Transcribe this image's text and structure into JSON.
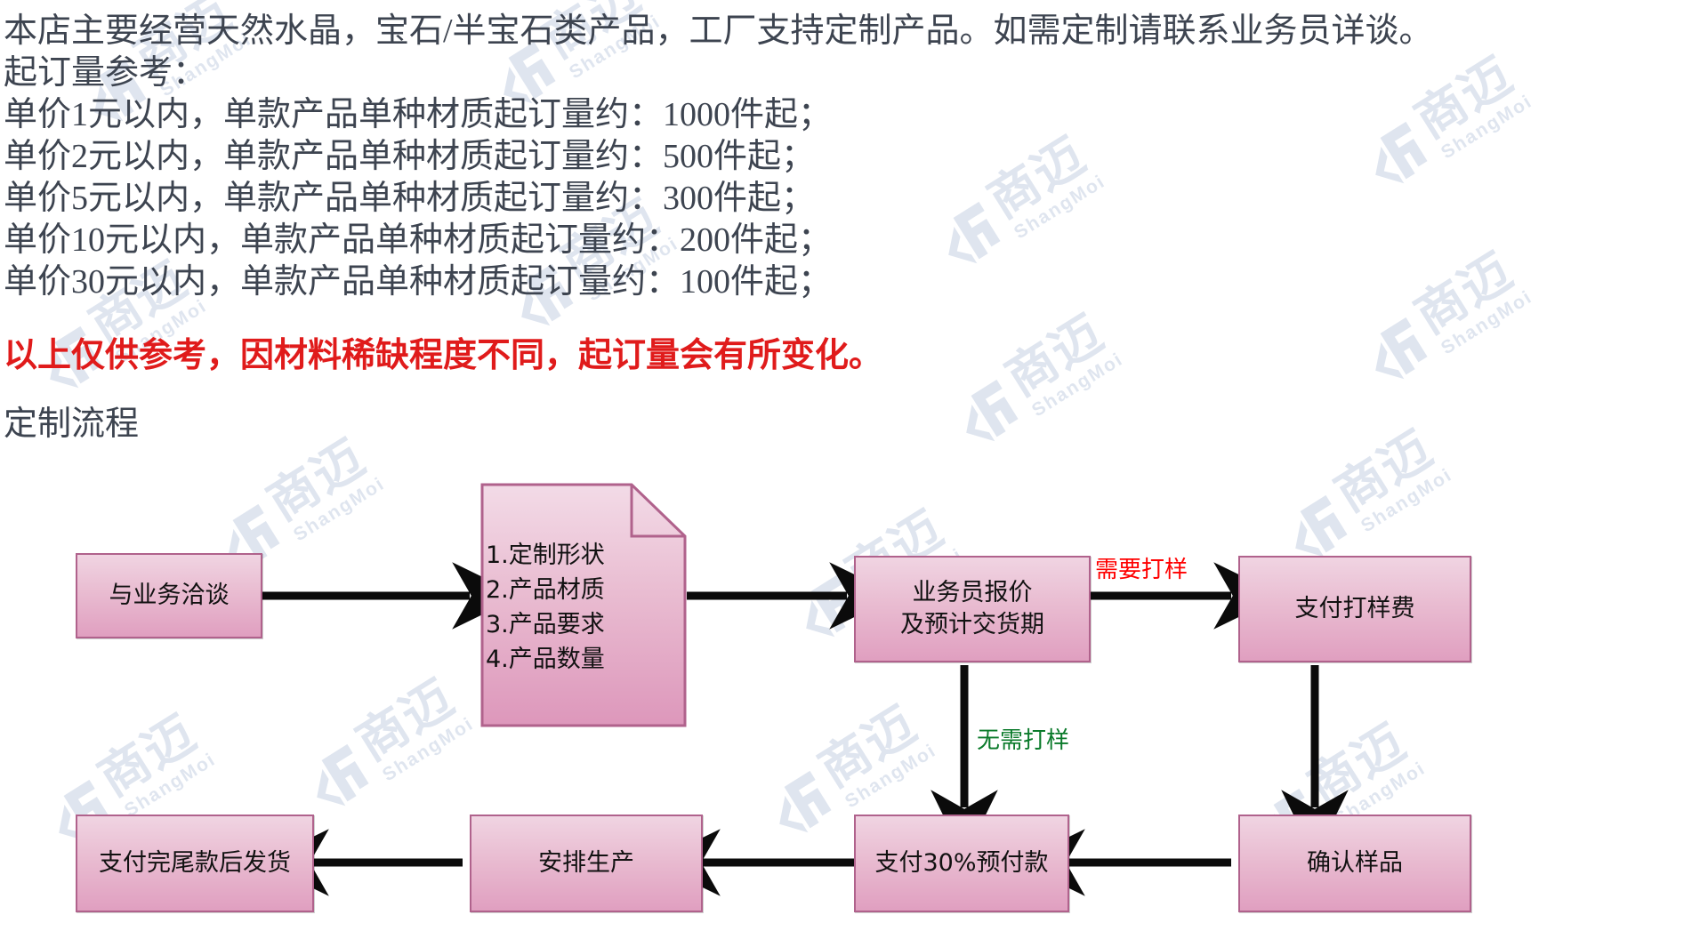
{
  "intro": {
    "lines": [
      "本店主要经营天然水晶，宝石/半宝石类产品，工厂支持定制产品。如需定制请联系业务员详谈。",
      "起订量参考：",
      "单价1元以内，单款产品单种材质起订量约：1000件起；",
      "单价2元以内，单款产品单种材质起订量约：500件起；",
      "单价5元以内，单款产品单种材质起订量约：300件起；",
      "单价10元以内，单款产品单种材质起订量约：200件起；",
      "单价30元以内，单款产品单种材质起订量约：100件起；"
    ],
    "warning": "以上仅供参考，因材料稀缺程度不同，起订量会有所变化。",
    "warning_color": "#e01b1b",
    "section_title": "定制流程"
  },
  "watermark": {
    "cn": "商迈",
    "en": "ShangMoi",
    "color": "#ccd6e6"
  },
  "flowchart": {
    "node_fill_light": "#f0d4e2",
    "node_fill_dark": "#e09fc0",
    "node_border": "#b0628c",
    "nodes": [
      {
        "id": "negotiate",
        "label": "与业务洽谈"
      },
      {
        "id": "requirements",
        "items": [
          "1.定制形状",
          "2.产品材质",
          "3.产品要求",
          "4.产品数量"
        ]
      },
      {
        "id": "quote",
        "label": "业务员报价\n及预计交货期"
      },
      {
        "id": "pay-sample",
        "label": "支付打样费"
      },
      {
        "id": "confirm-sample",
        "label": "确认样品"
      },
      {
        "id": "pay-deposit",
        "label": "支付30%预付款"
      },
      {
        "id": "production",
        "label": "安排生产"
      },
      {
        "id": "ship",
        "label": "支付完尾款后发货"
      }
    ],
    "edge_labels": [
      {
        "id": "need-sample",
        "text": "需要打样",
        "color": "#ff0000"
      },
      {
        "id": "no-need-sample",
        "text": "无需打样",
        "color": "#0a7a2a"
      }
    ]
  }
}
